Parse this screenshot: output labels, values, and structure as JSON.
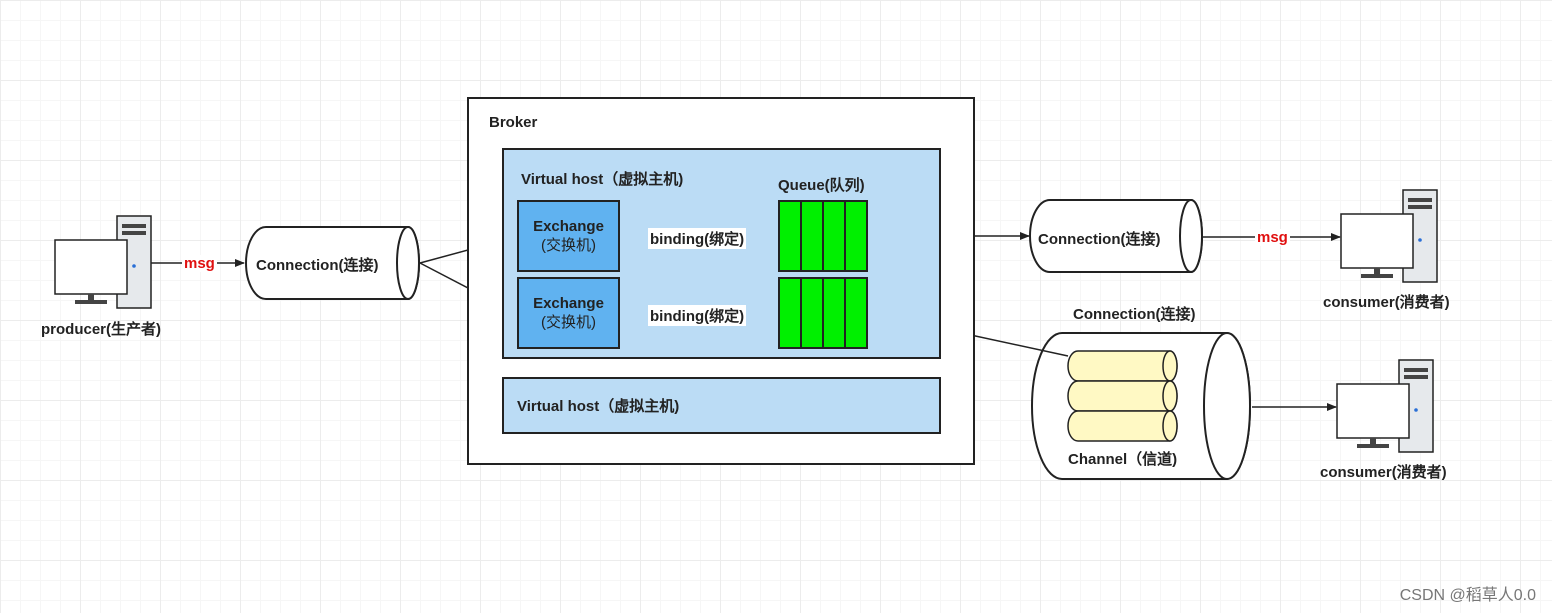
{
  "producer": {
    "label": "producer(生产者)",
    "msg": "msg"
  },
  "connection_left": {
    "label": "Connection(连接)"
  },
  "broker": {
    "label": "Broker",
    "vhost1": {
      "label": "Virtual host（虚拟主机)",
      "queue_label": "Queue(队列)",
      "exchanges": [
        {
          "name": "Exchange",
          "sub": "(交换机)"
        },
        {
          "name": "Exchange",
          "sub": "(交换机)"
        }
      ],
      "bindings": [
        "binding(绑定)",
        "binding(绑定)"
      ]
    },
    "vhost2": {
      "label": "Virtual host（虚拟主机)"
    }
  },
  "connection_right": {
    "label": "Connection(连接)",
    "msg": "msg"
  },
  "consumer_top": {
    "label": "consumer(消费者)"
  },
  "channel_group": {
    "connection_label": "Connection(连接)",
    "channel_label": "Channel（信道)"
  },
  "consumer_bottom": {
    "label": "consumer(消费者)"
  },
  "watermark": "CSDN @稻草人0.0",
  "colors": {
    "vhost": "#bbdcf5",
    "exchange": "#60b2f0",
    "queue": "#00f000",
    "channel": "#fff9c4",
    "msg": "#e01010"
  }
}
